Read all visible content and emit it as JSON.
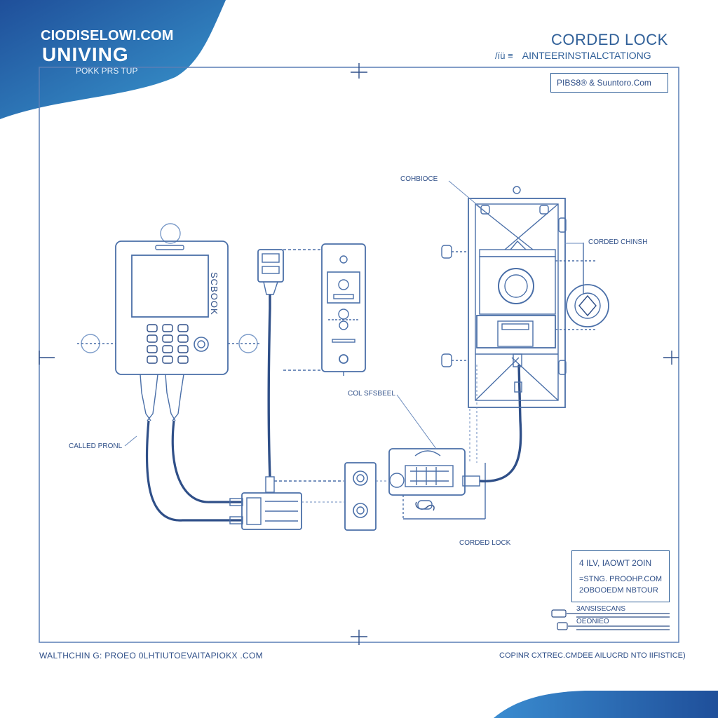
{
  "branding": {
    "site": "CIODISELOWI.COM",
    "name": "UNIVING",
    "tagline": "POKK PRS TUP"
  },
  "header": {
    "title": "CORDED LOCK",
    "subtitle_icons": "/íü  ≡",
    "subtitle": "AINTEERINSTIALCTATIONG",
    "part_box": "PIBS8® & Suuntoro.Com"
  },
  "device": {
    "vertical_text": "SCBOOK"
  },
  "labels": {
    "cohbioce": "COHBIOCE",
    "corded_chinsh": "CORDED CHINSH",
    "col_sfsbeel": "COL SFSBEEL",
    "called_pronl": "CALLED PRONL",
    "corded_lock": "CORDED LOCK"
  },
  "title_block": {
    "line1": "4  ILV,  IAOWT 2OIN",
    "line2": "=STNG. PROOHP.COM",
    "line3": "2OBOOEDM NBTOUR"
  },
  "legend": {
    "item1": "3ANSISECANS",
    "item2": "OEONIEO"
  },
  "footer": {
    "left": "WALTHCHIN  G:  PROEO 0LHTIUTOEVAITAPIOKX .COM",
    "right": "COPINR  CXTREC.CMDEE  AILUCRD NTO  IIFISTICE)"
  },
  "colors": {
    "line": "#4a6fa8",
    "dark_line": "#2f4f88",
    "brand_blue": "#1f5aa6",
    "brand_light": "#3a8cd0"
  }
}
